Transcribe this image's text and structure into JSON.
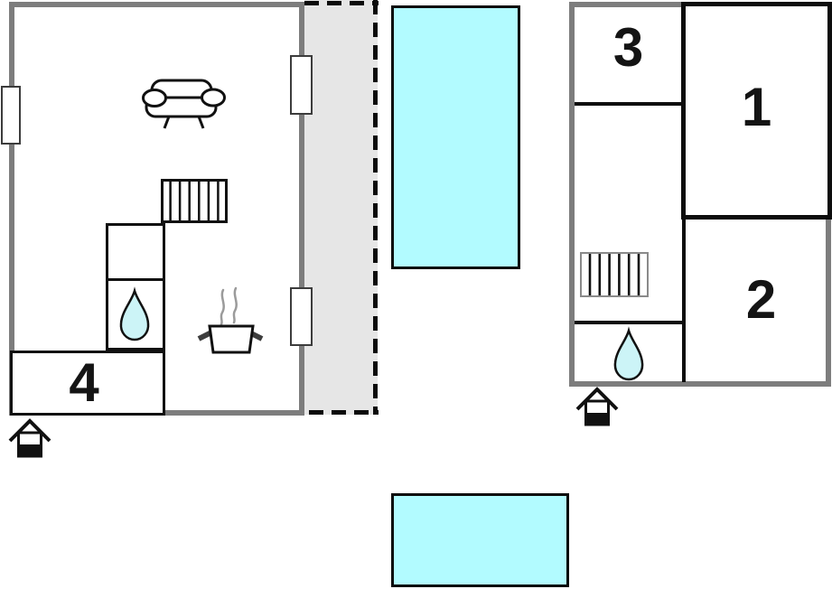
{
  "title": "holiday-home-floorplan",
  "colors": {
    "wall_gray": "#7d7d7d",
    "terrace_gray": "#e6e6e6",
    "pool_cyan": "#b2fbff",
    "drop_cyan": "#ccf4f7",
    "line_black": "#111111",
    "steam_gray": "#9b9b9b"
  },
  "ground_floor": {
    "room_labels": {
      "room4": "4"
    },
    "features": [
      "sofa",
      "staircase",
      "water-drop",
      "cooking-pot",
      "terrace",
      "entrance",
      "three-windows"
    ]
  },
  "upper_floor": {
    "room_labels": {
      "room1": "1",
      "room2": "2",
      "room3": "3"
    },
    "features": [
      "staircase",
      "water-drop",
      "entrance"
    ]
  },
  "pools": [
    "pool-large",
    "pool-small"
  ]
}
